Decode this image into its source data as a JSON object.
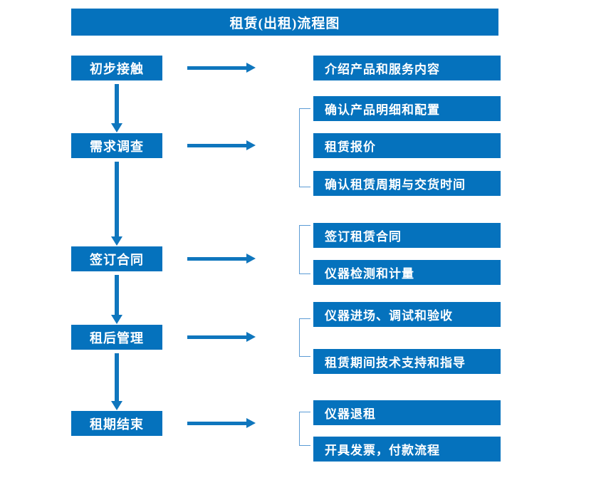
{
  "chart_data": {
    "type": "diagram",
    "title": "租赁(出租)流程图",
    "diagram_kind": "flowchart",
    "orientation": "vertical-with-side-details",
    "stages": [
      {
        "id": "stage-1",
        "label": "初步接触",
        "details": [
          "介绍产品和服务内容"
        ],
        "grouped": false
      },
      {
        "id": "stage-2",
        "label": "需求调查",
        "details": [
          "确认产品明细和配置",
          "租赁报价",
          "确认租赁周期与交货时间"
        ],
        "grouped": true
      },
      {
        "id": "stage-3",
        "label": "签订合同",
        "details": [
          "签订租赁合同",
          "仪器检测和计量"
        ],
        "grouped": true
      },
      {
        "id": "stage-4",
        "label": "租后管理",
        "details": [
          "仪器进场、调试和验收",
          "租赁期间技术支持和指导"
        ],
        "grouped": true
      },
      {
        "id": "stage-5",
        "label": "租期结束",
        "details": [
          "仪器退租",
          "开具发票，付款流程"
        ],
        "grouped": true
      }
    ],
    "colors": {
      "box_fill": "#0572bd",
      "box_text": "#ffffff",
      "arrow": "#0f76bd",
      "bracket": "#5b9bd5",
      "background": "#ffffff"
    }
  },
  "title": {
    "text": "租赁(出租)流程图"
  },
  "stages": [
    {
      "label": "初步接触"
    },
    {
      "label": "需求调查"
    },
    {
      "label": "签订合同"
    },
    {
      "label": "租后管理"
    },
    {
      "label": "租期结束"
    }
  ],
  "details": [
    {
      "label": "介绍产品和服务内容"
    },
    {
      "label": "确认产品明细和配置"
    },
    {
      "label": "租赁报价"
    },
    {
      "label": "确认租赁周期与交货时间"
    },
    {
      "label": "签订租赁合同"
    },
    {
      "label": "仪器检测和计量"
    },
    {
      "label": "仪器进场、调试和验收"
    },
    {
      "label": "租赁期间技术支持和指导"
    },
    {
      "label": "仪器退租"
    },
    {
      "label": "开具发票，付款流程"
    }
  ]
}
